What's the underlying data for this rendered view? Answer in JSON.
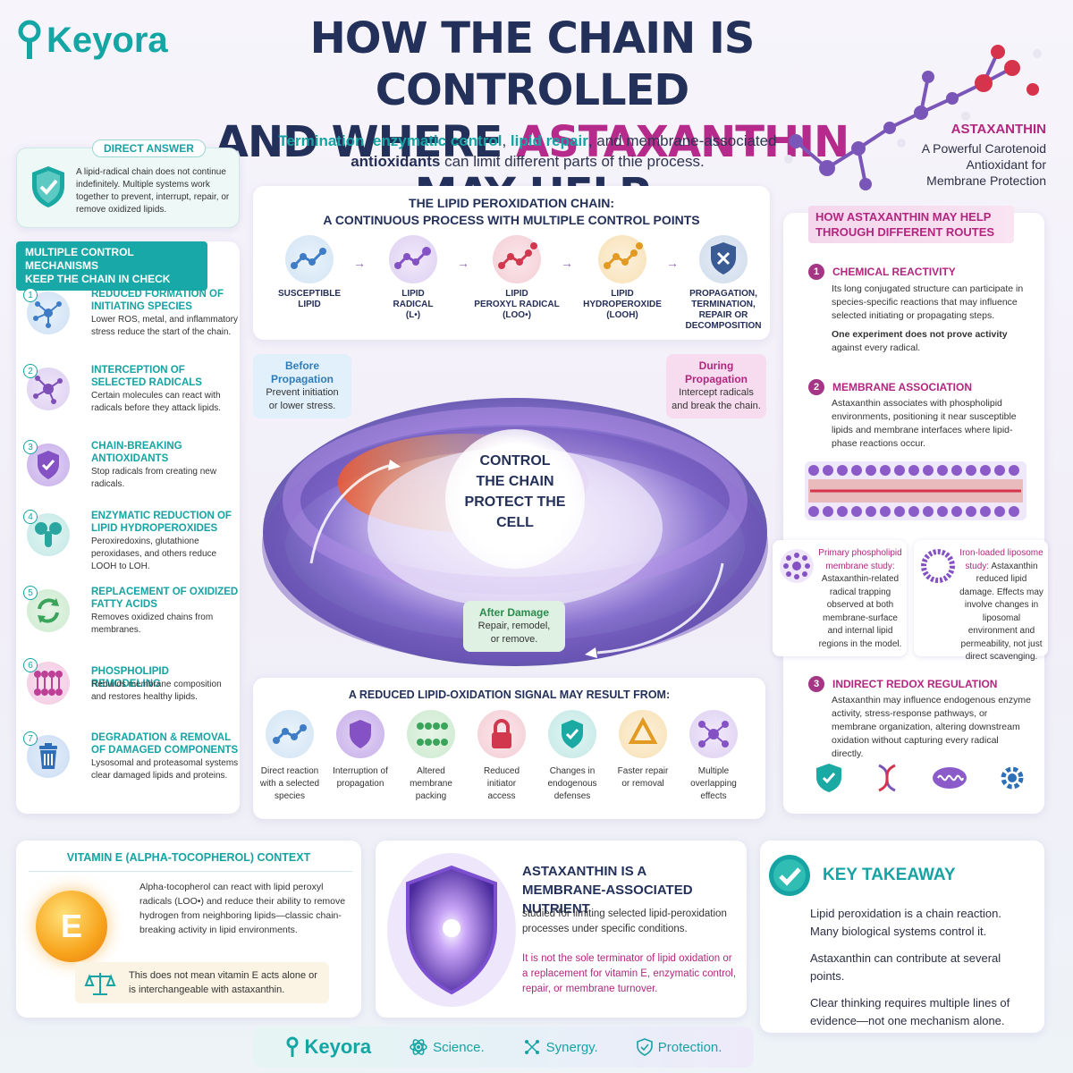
{
  "brand": {
    "logo_text": "Keyora"
  },
  "header": {
    "title_line1": "HOW THE CHAIN IS CONTROLLED",
    "title_line2_pre": "AND WHERE ",
    "title_line2_highlight": "ASTAXANTHIN",
    "title_line2_post": " MAY HELP",
    "subtitle_termination": "Termination",
    "subtitle_enzymatic": "enzymatic control",
    "subtitle_lipid_repair": "lipid repair",
    "subtitle_membrane": ", and membrane-associated",
    "subtitle_antioxidants": "antioxidants",
    "subtitle_rest": " can limit different parts of thie process."
  },
  "astaxanthin_note": {
    "heading": "ASTAXANTHIN",
    "line1": "A Powerful Carotenoid",
    "line2": "Antioxidant for",
    "line3": "Membrane Protection"
  },
  "direct_answer": {
    "label": "DIRECT ANSWER",
    "text": "A lipid-radical chain does not continue indefinitely. Multiple systems work together to prevent, interrupt, repair, or remove oxidized lipids."
  },
  "mechanisms": {
    "heading_line1": "MULTIPLE CONTROL MECHANISMS",
    "heading_line2": "KEEP THE CHAIN IN CHECK",
    "items": [
      {
        "num": "1",
        "title": "REDUCED FORMATION OF INITIATING SPECIES",
        "desc": "Lower ROS, metal, and inflammatory stress reduce the start of the chain.",
        "icon": "molecule-icon"
      },
      {
        "num": "2",
        "title": "INTERCEPTION OF SELECTED RADICALS",
        "desc": "Certain molecules can react with radicals before they attack lipids.",
        "icon": "radical-icon"
      },
      {
        "num": "3",
        "title": "CHAIN-BREAKING ANTIOXIDANTS",
        "desc": "Stop radicals from creating new radicals.",
        "icon": "shield-icon"
      },
      {
        "num": "4",
        "title": "ENZYMATIC REDUCTION OF LIPID HYDROPEROXIDES",
        "desc": "Peroxiredoxins, glutathione peroxidases, and others reduce LOOH to LOH.",
        "icon": "enzyme-icon"
      },
      {
        "num": "5",
        "title": "REPLACEMENT OF OXIDIZED FATTY ACIDS",
        "desc": "Removes oxidized chains from membranes.",
        "icon": "recycle-icon"
      },
      {
        "num": "6",
        "title": "PHOSPHOLIPID REMODELING",
        "desc": "Rebuilds membrane composition and restores healthy lipids.",
        "icon": "bilayer-icon"
      },
      {
        "num": "7",
        "title": "DEGRADATION & REMOVAL OF DAMAGED COMPONENTS",
        "desc": "Lysosomal and proteasomal systems clear damaged lipids and proteins.",
        "icon": "trash-icon"
      }
    ]
  },
  "chain": {
    "title_line1": "THE LIPID PEROXIDATION CHAIN:",
    "title_line2": "A CONTINUOUS PROCESS WITH MULTIPLE CONTROL POINTS",
    "steps": [
      {
        "label_line1": "SUSCEPTIBLE",
        "label_line2": "LIPID",
        "label_line3": "",
        "label_line4": ""
      },
      {
        "label_line1": "LIPID",
        "label_line2": "RADICAL",
        "label_line3": "(L•)",
        "label_line4": ""
      },
      {
        "label_line1": "LIPID",
        "label_line2": "PEROXYL RADICAL",
        "label_line3": "(LOO•)",
        "label_line4": ""
      },
      {
        "label_line1": "LIPID",
        "label_line2": "HYDROPEROXIDE",
        "label_line3": "(LOOH)",
        "label_line4": ""
      },
      {
        "label_line1": "PROPAGATION,",
        "label_line2": "TERMINATION,",
        "label_line3": "REPAIR OR",
        "label_line4": "DECOMPOSITION"
      }
    ]
  },
  "ring": {
    "center_line1": "CONTROL",
    "center_line2": "THE CHAIN",
    "center_line3": "PROTECT THE CELL",
    "before_h1": "Before",
    "before_h2": "Propagation",
    "before_t1": "Prevent initiation",
    "before_t2": "or lower stress.",
    "during_h1": "During",
    "during_h2": "Propagation",
    "during_t1": "Intercept radicals",
    "during_t2": "and break the chain.",
    "after_h": "After Damage",
    "after_t1": "Repair, remodel,",
    "after_t2": "or remove."
  },
  "signal": {
    "title": "A REDUCED LIPID-OXIDATION SIGNAL MAY RESULT FROM:",
    "items": [
      {
        "l1": "Direct reaction",
        "l2": "with a selected",
        "l3": "species"
      },
      {
        "l1": "Interruption of",
        "l2": "propagation",
        "l3": ""
      },
      {
        "l1": "Altered",
        "l2": "membrane",
        "l3": "packing"
      },
      {
        "l1": "Reduced",
        "l2": "initiator",
        "l3": "access"
      },
      {
        "l1": "Changes in",
        "l2": "endogenous",
        "l3": "defenses"
      },
      {
        "l1": "Faster repair",
        "l2": "or removal",
        "l3": ""
      },
      {
        "l1": "Multiple",
        "l2": "overlapping",
        "l3": "effects"
      }
    ]
  },
  "help": {
    "heading_line1": "HOW ASTAXANTHIN MAY HELP",
    "heading_line2": "THROUGH DIFFERENT ROUTES",
    "route1_num": "1",
    "route1_title": "CHEMICAL REACTIVITY",
    "route1_text": "Its long conjugated structure can participate in species-specific reactions that may influence selected initiating or propagating steps.",
    "route1_note_bold": "One experiment does not prove activity",
    "route1_note_rest": "against every radical.",
    "route2_num": "2",
    "route2_title": "MEMBRANE ASSOCIATION",
    "route2_text": "Astaxanthin associates with phospholipid environments, positioning it near susceptible lipids and membrane interfaces where lipid-phase reactions occur.",
    "study1_h1": "Primary phospholipid",
    "study1_h2": "membrane study:",
    "study1_t": "Astaxanthin-related radical trapping observed at both membrane-surface and internal lipid regions in the model.",
    "study2_h1": "Iron-loaded liposome",
    "study2_h2": "study:",
    "study2_t_pre": " Astaxanthin reduced lipid damage. Effects may involve changes in liposomal environment and permeability, not just direct scavenging.",
    "route3_num": "3",
    "route3_title": "INDIRECT REDOX REGULATION",
    "route3_text": "Astaxanthin may influence endogenous enzyme activity, stress-response pathways, or membrane organization, altering downstream oxidation without capturing every radical directly."
  },
  "vitamin_e": {
    "heading": "VITAMIN E (ALPHA-TOCOPHEROL) CONTEXT",
    "badge": "E",
    "text": "Alpha-tocopherol can react with lipid peroxyl radicals (LOO•) and reduce their ability to remove hydrogen from neighboring lipids—classic chain-breaking activity in lipid environments.",
    "note": "This does not mean vitamin E acts alone or is interchangeable with astaxanthin."
  },
  "membrane_nutrient": {
    "heading_line1": "ASTAXANTHIN IS A",
    "heading_line2": "MEMBRANE-ASSOCIATED NUTRIENT",
    "text": "studied for limiting selected lipid-peroxidation processes under specific conditions.",
    "warning": "It is not the sole terminator of lipid oxidation or a replacement for vitamin E, enzymatic control, repair, or membrane turnover."
  },
  "key_takeaway": {
    "heading": "KEY TAKEAWAY",
    "line1": "Lipid peroxidation is a chain reaction.",
    "line2": "Many biological systems control it.",
    "line3": "Astaxanthin can contribute at several points.",
    "line4": "Clear thinking requires multiple lines of evidence—not one mechanism alone."
  },
  "footer": {
    "logo": "Keyora",
    "item1": "Science.",
    "item2": "Synergy.",
    "item3": "Protection."
  },
  "colors": {
    "teal": "#16a3a3",
    "magenta": "#b3267f",
    "navy": "#23305a",
    "purple": "#8a64b7"
  }
}
